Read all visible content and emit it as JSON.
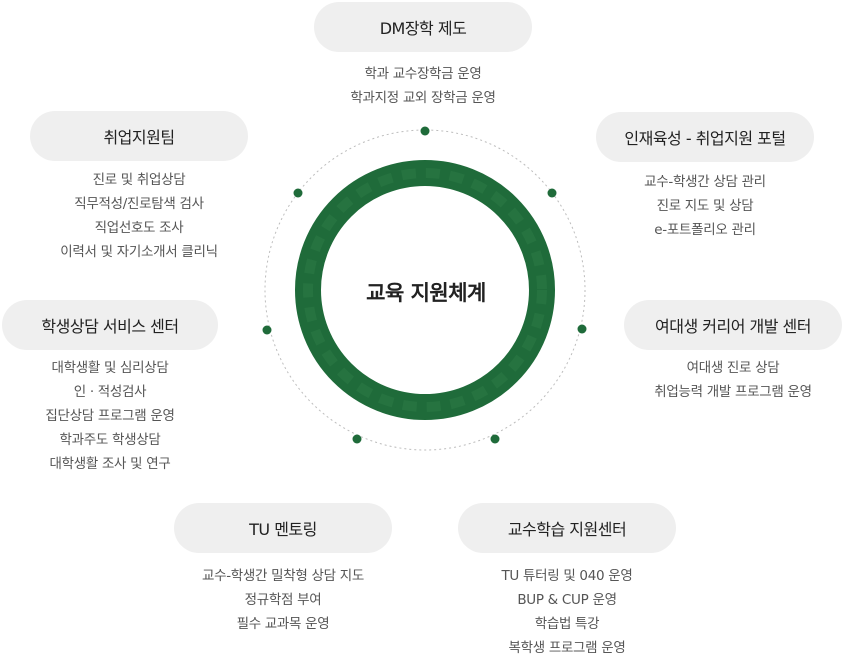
{
  "center": {
    "title": "교육 지원체계"
  },
  "colors": {
    "ring": "#1f6b3a",
    "ring_light": "#2b7a45",
    "dot": "#1f6b3a",
    "dashed": "#bdbdbd",
    "pill_bg": "#efefef"
  },
  "nodes": [
    {
      "id": "dm-scholarship",
      "title": "DM장학 제도",
      "items": [
        "학과 교수장학금 운영",
        "학과지정 교외 장학금 운영"
      ]
    },
    {
      "id": "talent-portal",
      "title": "인재육성 - 취업지원 포털",
      "items": [
        "교수-학생간 상담 관리",
        "진로 지도 및 상담",
        "e-포트폴리오 관리"
      ]
    },
    {
      "id": "female-career",
      "title": "여대생 커리어 개발 센터",
      "items": [
        "여대생 진로 상담",
        "취업능력 개발 프로그램 운영"
      ]
    },
    {
      "id": "teaching-center",
      "title": "교수학습 지원센터",
      "items": [
        "TU 튜터링 및 040 운영",
        "BUP & CUP 운영",
        "학습법 특강",
        "복학생 프로그램 운영"
      ]
    },
    {
      "id": "tu-mentoring",
      "title": "TU 멘토링",
      "items": [
        "교수-학생간 밀착형 상담 지도",
        "정규학점 부여",
        "필수 교과목 운영"
      ]
    },
    {
      "id": "counseling-center",
      "title": "학생상담 서비스 센터",
      "items": [
        "대학생활 및 심리상담",
        "인 · 적성검사",
        "집단상담 프로그램 운영",
        "학과주도 학생상담",
        "대학생활 조사 및 연구"
      ]
    },
    {
      "id": "employment-team",
      "title": "취업지원팀",
      "items": [
        "진로 및 취업상담",
        "직무적성/진로탐색 검사",
        "직업선호도 조사",
        "이력서 및 자기소개서 클리닉"
      ]
    }
  ]
}
